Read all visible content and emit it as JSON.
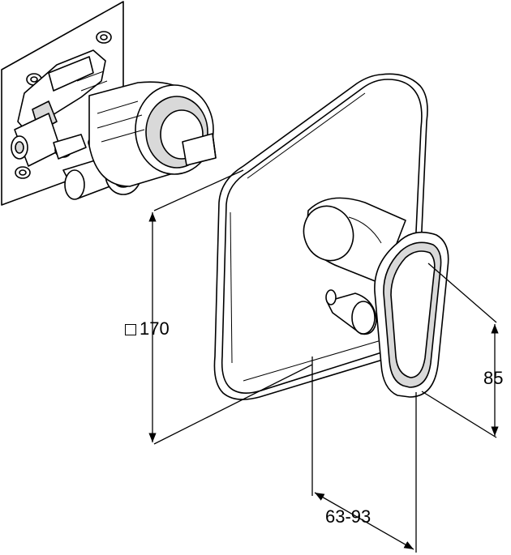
{
  "dimensions": {
    "size_square": "170",
    "height": "85",
    "depth_range": "63-93"
  },
  "symbols": {
    "square_symbol": "square-symbol"
  },
  "colors": {
    "line": "#000000",
    "background": "#ffffff",
    "shading": "#d9d9d9"
  }
}
